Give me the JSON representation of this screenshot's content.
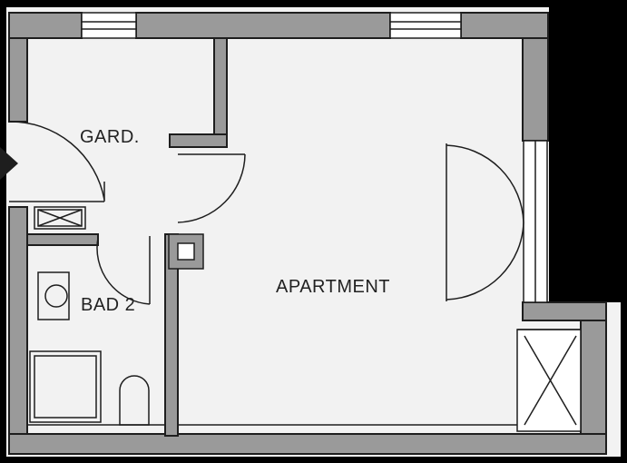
{
  "rooms": {
    "wardrobe": "GARD.",
    "bathroom": "BAD 2",
    "apartment": "APARTMENT"
  },
  "colors": {
    "frame": "#000000",
    "paper": "#f2f2f2",
    "wall": "#9a9a9a",
    "outline": "#1e1e1e"
  },
  "icons": [
    "entrance-arrow-icon",
    "shaft-cross-icon",
    "sink-icon",
    "toilet-icon",
    "shower-tray-icon",
    "chimney-icon"
  ]
}
